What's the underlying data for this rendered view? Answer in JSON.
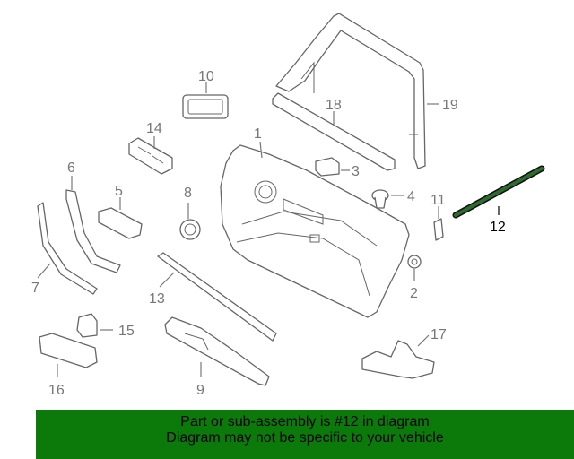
{
  "labels": {
    "p1": "1",
    "p2": "2",
    "p3": "3",
    "p4": "4",
    "p5": "5",
    "p6": "6",
    "p7": "7",
    "p8": "8",
    "p9": "9",
    "p10": "10",
    "p11": "11",
    "p12": "12",
    "p13": "13",
    "p14": "14",
    "p15": "15",
    "p16": "16",
    "p17": "17",
    "p18": "18",
    "p19": "19"
  },
  "highlight_part": "12",
  "banner": {
    "line1": "Part or sub-assembly is #12 in diagram",
    "line2": "Diagram may not be specific to your vehicle"
  },
  "colors": {
    "banner_bg": "#0b7a0b",
    "highlight_part_fill": "#2e6b2e",
    "line_art": "#666666"
  }
}
